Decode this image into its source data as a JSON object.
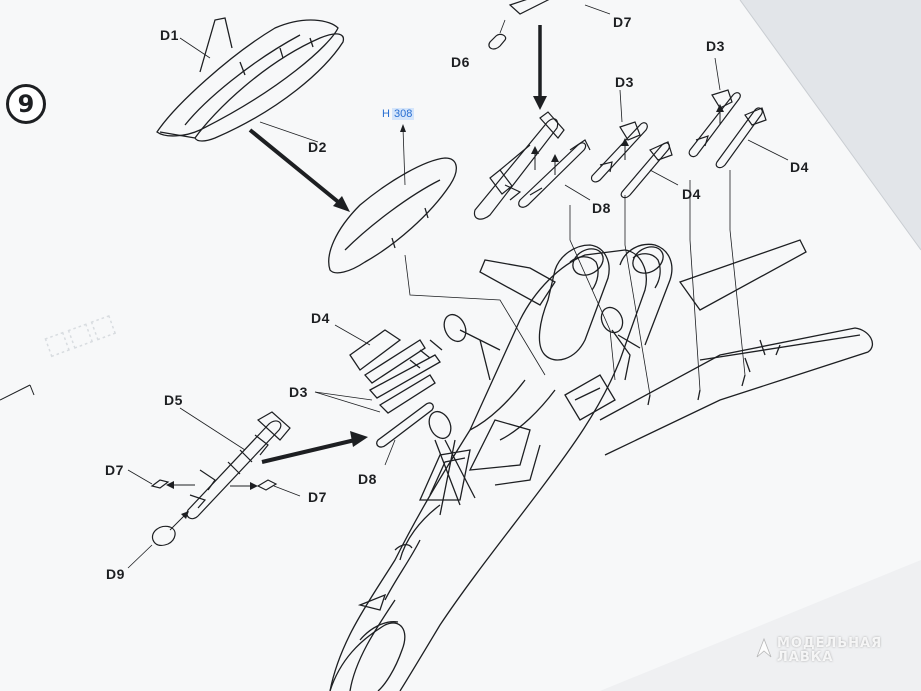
{
  "step": {
    "number": "9"
  },
  "paint_callout": {
    "prefix": "H",
    "code": "308"
  },
  "labels": {
    "d1": "D1",
    "d2": "D2",
    "d6_top": "D6",
    "d7_top": "D7",
    "d3_a": "D3",
    "d3_b": "D3",
    "d4_a": "D4",
    "d4_b": "D4",
    "d8_a": "D8",
    "d4_wing": "D4",
    "d3_wing": "D3",
    "d5": "D5",
    "d8_b": "D8",
    "d7_left": "D7",
    "d7_right": "D7",
    "d9": "D9"
  },
  "watermark": {
    "line1": "МОДЕЛЬНАЯ",
    "line2": "ЛАВКА"
  },
  "colors": {
    "paper": "#f7f8f9",
    "ink": "#1d1f22",
    "paint_blue": "#2a6fd1"
  }
}
